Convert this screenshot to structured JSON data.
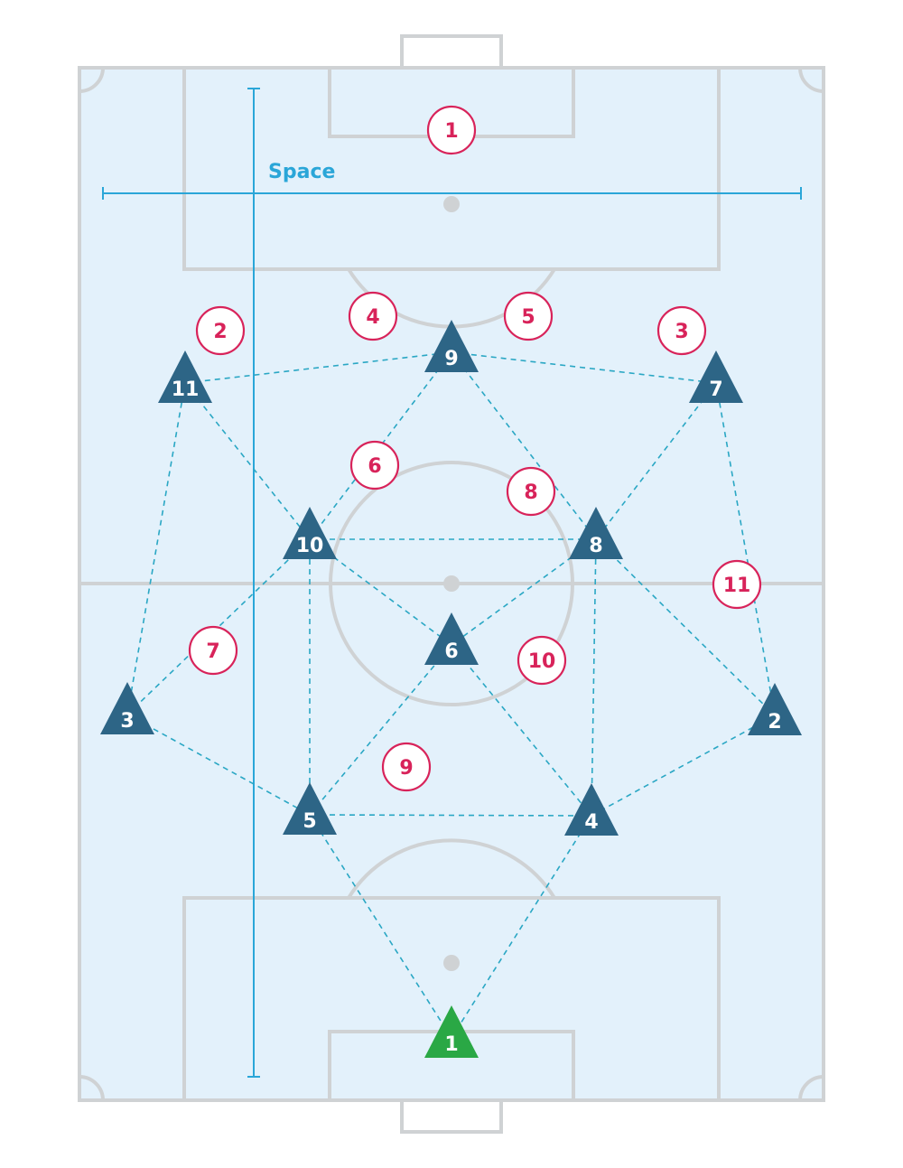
{
  "colors": {
    "pitch_fill": "#e3f1fb",
    "field_lines": "#cfd2d4",
    "pass_lines": "#2aa7c4",
    "space_marker": "#2aa6d8",
    "opponent": "#d8235a",
    "team": "#2d6586",
    "goalkeeper": "#2aa845"
  },
  "space_label": "Space",
  "opponents": [
    {
      "id": "opp-1",
      "label": "1"
    },
    {
      "id": "opp-2",
      "label": "2"
    },
    {
      "id": "opp-3",
      "label": "3"
    },
    {
      "id": "opp-4",
      "label": "4"
    },
    {
      "id": "opp-5",
      "label": "5"
    },
    {
      "id": "opp-6",
      "label": "6"
    },
    {
      "id": "opp-7",
      "label": "7"
    },
    {
      "id": "opp-8",
      "label": "8"
    },
    {
      "id": "opp-9",
      "label": "9"
    },
    {
      "id": "opp-10",
      "label": "10"
    },
    {
      "id": "opp-11",
      "label": "11"
    }
  ],
  "team": [
    {
      "id": "team-1",
      "label": "1",
      "role": "goalkeeper"
    },
    {
      "id": "team-2",
      "label": "2",
      "role": "outfield"
    },
    {
      "id": "team-3",
      "label": "3",
      "role": "outfield"
    },
    {
      "id": "team-4",
      "label": "4",
      "role": "outfield"
    },
    {
      "id": "team-5",
      "label": "5",
      "role": "outfield"
    },
    {
      "id": "team-6",
      "label": "6",
      "role": "outfield"
    },
    {
      "id": "team-7",
      "label": "7",
      "role": "outfield"
    },
    {
      "id": "team-8",
      "label": "8",
      "role": "outfield"
    },
    {
      "id": "team-9",
      "label": "9",
      "role": "outfield"
    },
    {
      "id": "team-10",
      "label": "10",
      "role": "outfield"
    },
    {
      "id": "team-11",
      "label": "11",
      "role": "outfield"
    }
  ],
  "passing_links": [
    [
      "11",
      "9"
    ],
    [
      "9",
      "7"
    ],
    [
      "11",
      "3"
    ],
    [
      "11",
      "10"
    ],
    [
      "10",
      "9"
    ],
    [
      "9",
      "8"
    ],
    [
      "7",
      "8"
    ],
    [
      "7",
      "2"
    ],
    [
      "10",
      "8"
    ],
    [
      "10",
      "6"
    ],
    [
      "10",
      "5"
    ],
    [
      "10",
      "3"
    ],
    [
      "8",
      "6"
    ],
    [
      "8",
      "4"
    ],
    [
      "8",
      "2"
    ],
    [
      "3",
      "5"
    ],
    [
      "5",
      "4"
    ],
    [
      "5",
      "6"
    ],
    [
      "6",
      "4"
    ],
    [
      "4",
      "2"
    ],
    [
      "5",
      "1"
    ],
    [
      "4",
      "1"
    ]
  ]
}
